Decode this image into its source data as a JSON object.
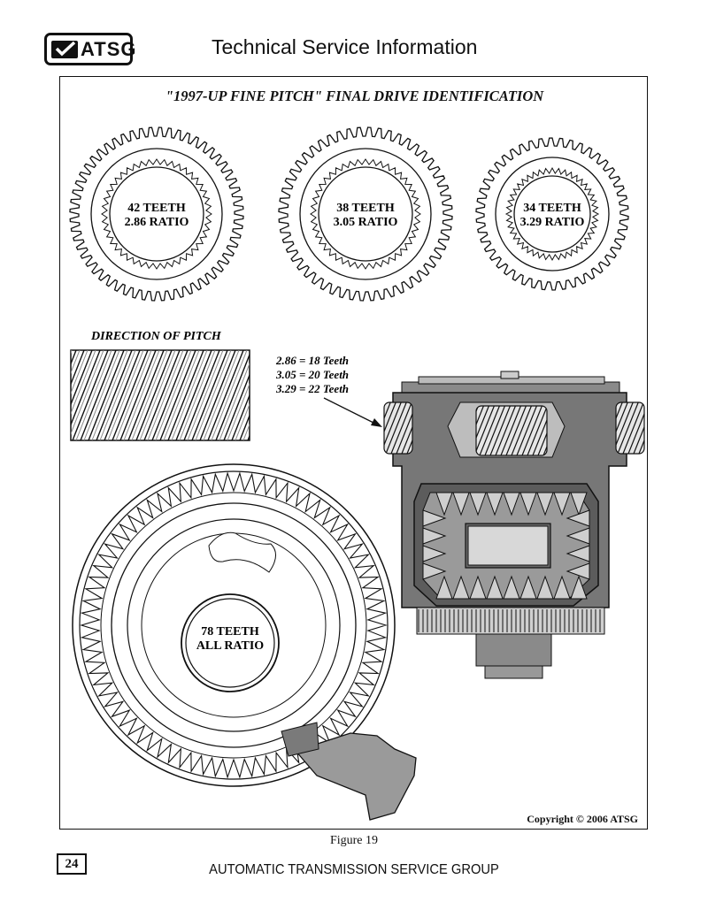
{
  "header": {
    "logo_text": "ATSG",
    "title": "Technical Service Information"
  },
  "figure": {
    "title": "\"1997-UP FINE PITCH\" FINAL DRIVE IDENTIFICATION",
    "gears": [
      {
        "teeth": "42 TEETH",
        "ratio": "2.86 RATIO"
      },
      {
        "teeth": "38 TEETH",
        "ratio": "3.05 RATIO"
      },
      {
        "teeth": "34 TEETH",
        "ratio": "3.29 RATIO"
      }
    ],
    "pitch_label": "DIRECTION OF PITCH",
    "pinion_notes": [
      "2.86 = 18 Teeth",
      "3.05 = 20 Teeth",
      "3.29 = 22 Teeth"
    ],
    "ring_gear": {
      "teeth": "78 TEETH",
      "ratio": "ALL RATIO"
    },
    "copyright": "Copyright © 2006 ATSG",
    "caption": "Figure 19"
  },
  "footer": {
    "page_number": "24",
    "title": "AUTOMATIC TRANSMISSION SERVICE GROUP"
  }
}
